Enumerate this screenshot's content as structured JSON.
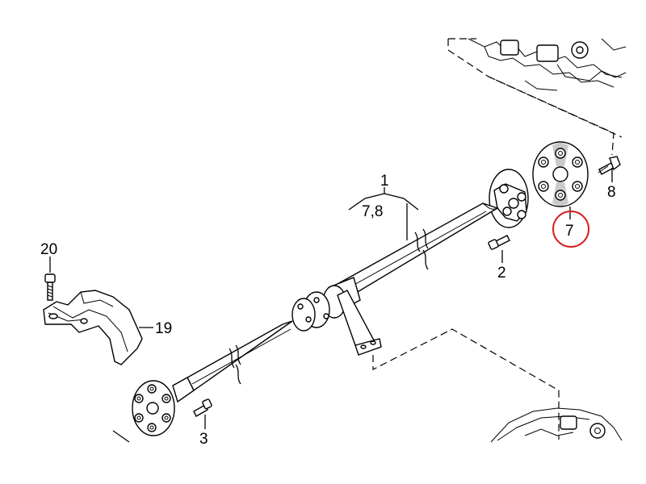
{
  "callouts": {
    "c1": "1",
    "c1_sub": "7,8",
    "c2": "2",
    "c3": "3",
    "c7": "7",
    "c8": "8",
    "c19": "19",
    "c20": "20"
  },
  "colors": {
    "line": "#000000",
    "highlight_circle": "#d32020",
    "shade": "#8a8a8a"
  }
}
